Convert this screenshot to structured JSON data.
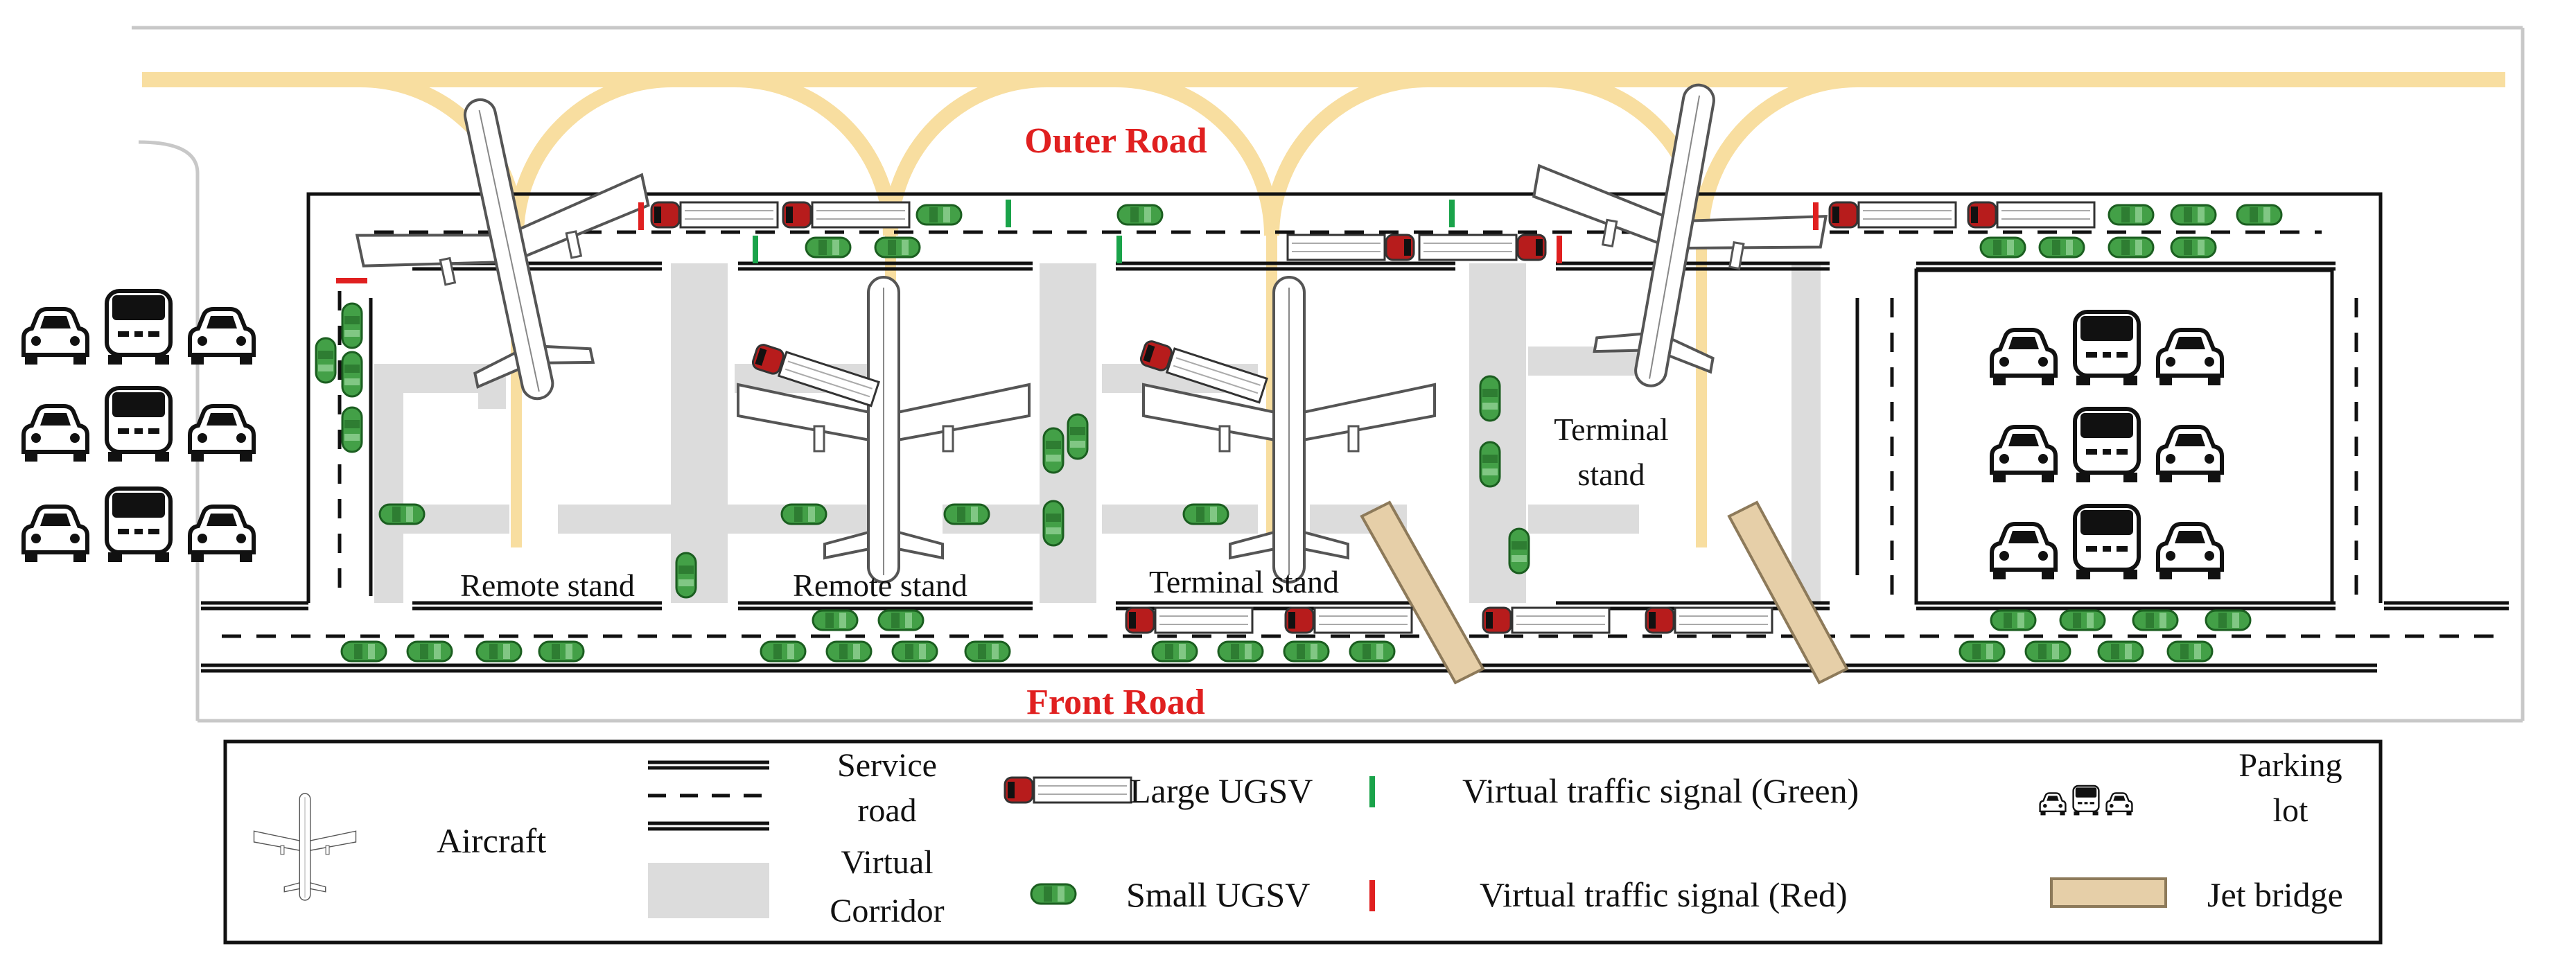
{
  "labels": {
    "outer_road": "Outer Road",
    "front_road": "Front Road",
    "remote_stand_1": "Remote stand",
    "remote_stand_2": "Remote stand",
    "terminal_stand_1": "Terminal stand",
    "terminal_stand_2_line1": "Terminal",
    "terminal_stand_2_line2": "stand"
  },
  "legend": {
    "aircraft": "Aircraft",
    "service_road_line1": "Service",
    "service_road_line2": "road",
    "virtual_corridor_line1": "Virtual",
    "virtual_corridor_line2": "Corridor",
    "large_ugsv": "Large UGSV",
    "small_ugsv": "Small UGSV",
    "signal_green": "Virtual traffic signal (Green)",
    "signal_red": "Virtual traffic signal (Red)",
    "parking_lot_line1": "Parking",
    "parking_lot_line2": "lot",
    "jet_bridge": "Jet bridge"
  },
  "colors": {
    "road_label": "#e02020",
    "taxiway": "#f8dea0",
    "corridor": "#dcdcdc",
    "jet_bridge": "#e6cfa8",
    "small_ugsv": "#43a047",
    "large_ugsv_cab": "#b71c1c",
    "signal_green": "#1aa34a",
    "signal_red": "#e02020"
  }
}
